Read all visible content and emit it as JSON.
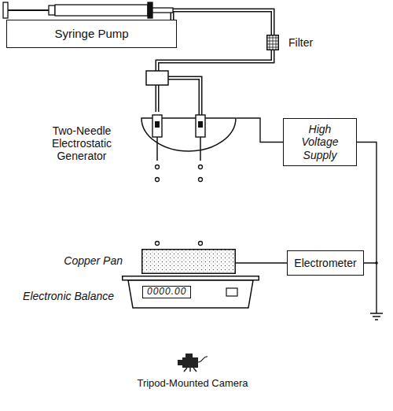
{
  "diagram": {
    "nodes": [
      {
        "text": [
          "Syringe Pump"
        ]
      },
      {
        "text": [
          "Filter"
        ]
      },
      {
        "text": [
          "Two-Needle Electrostatic Generator"
        ]
      },
      {
        "text": [
          "High Voltage Supply"
        ]
      },
      {
        "text": [
          "Copper Pan"
        ]
      },
      {
        "text": [
          "Electronic Balance",
          "0000.00"
        ]
      },
      {
        "text": [
          "Electrometer"
        ]
      },
      {
        "text": [
          "Tripod-Mounted Camera"
        ]
      }
    ],
    "edges": [
      {
        "from": 0,
        "to": 1,
        "arrow": "none"
      },
      {
        "from": 1,
        "to": 2,
        "arrow": "none"
      },
      {
        "from": 2,
        "to": 3,
        "arrow": "none"
      },
      {
        "from": 4,
        "to": 6,
        "arrow": "none"
      }
    ]
  }
}
